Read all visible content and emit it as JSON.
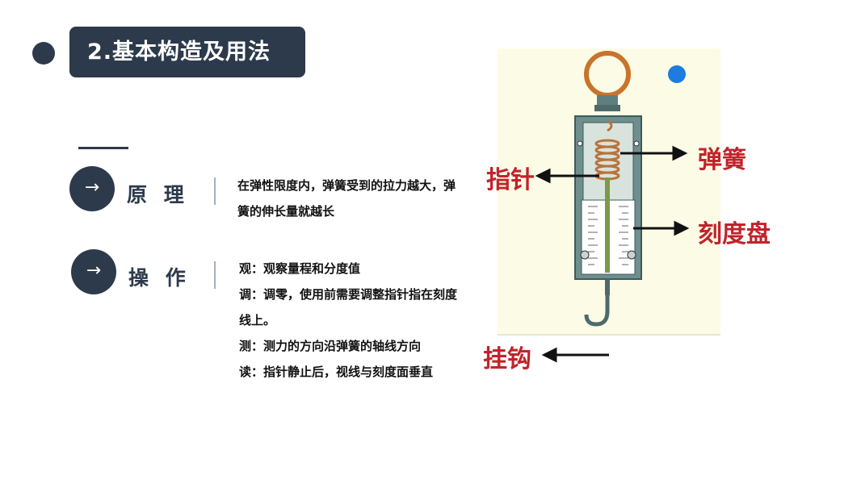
{
  "title": "2.基本构造及用法",
  "sections": [
    {
      "arrow": "→",
      "heading": "原 理",
      "text": "在弹性限度内，弹簧受到的拉力越大，弹簧的伸长量就越长"
    },
    {
      "arrow": "→",
      "heading": "操 作",
      "lines": [
        "观：观察量程和分度值",
        "调：调零，使用前需要调整指针指在刻度线上。",
        "测：测力的方向沿弹簧的轴线方向",
        "读：指针静止后，视线与刻度面垂直"
      ]
    }
  ],
  "figure": {
    "labels": {
      "pointer": "指针",
      "spring": "弹簧",
      "scale": "刻度盘",
      "hook": "挂钩"
    }
  },
  "colors": {
    "dark": "#2d3a4b",
    "label_red": "#c0242b",
    "ring": "#c8742a",
    "body": "#5f7f7f"
  }
}
